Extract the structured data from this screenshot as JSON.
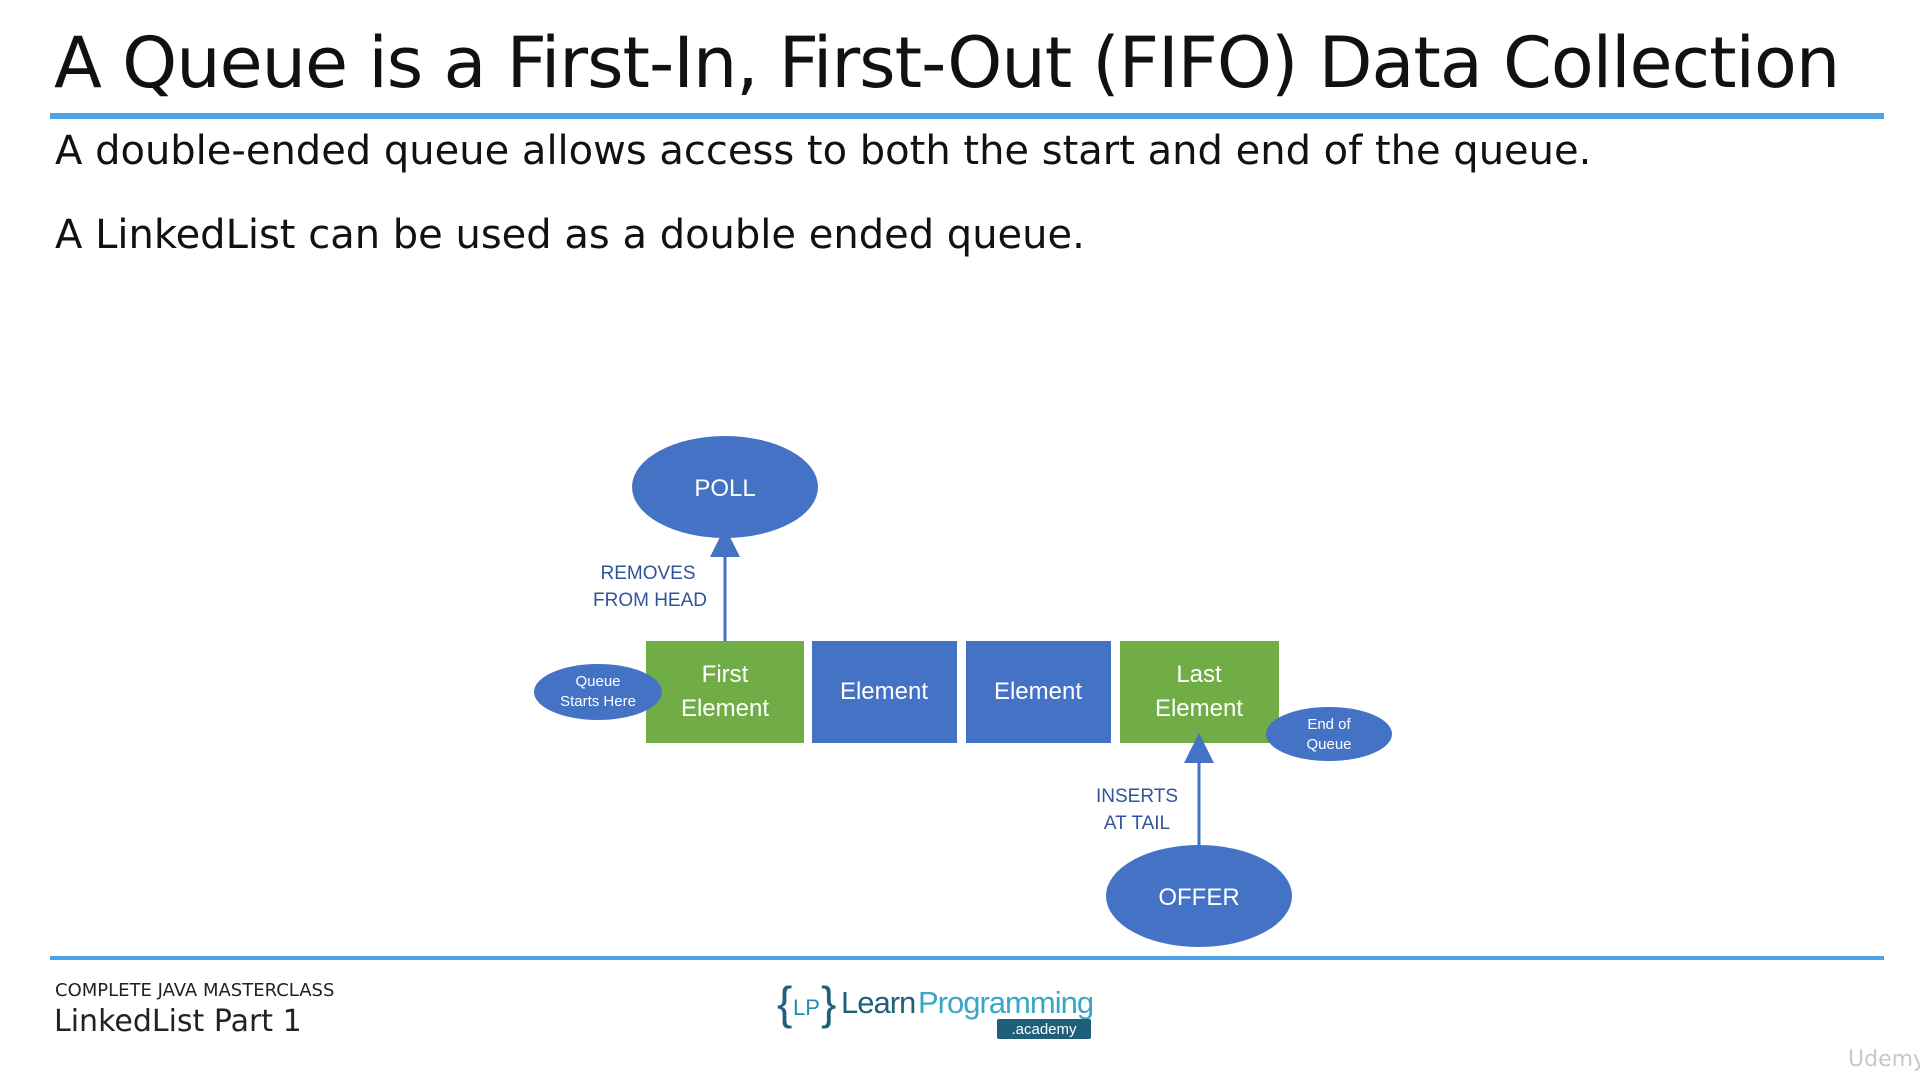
{
  "slide": {
    "title": "A Queue is a First-In, First-Out (FIFO) Data Collection",
    "bullets": [
      "A double-ended queue allows access to both the start and end of the queue.",
      "A LinkedList can be used as a double ended queue."
    ]
  },
  "diagram": {
    "colors": {
      "ellipse": "#4472c4",
      "green_box": "#70ad47",
      "blue_box": "#4472c4",
      "box_text": "#ffffff",
      "label_text": "#2f5597",
      "arrow": "#4472c4"
    },
    "poll": {
      "label": "POLL"
    },
    "removes_label": [
      "REMOVES",
      "FROM HEAD"
    ],
    "queue_start": {
      "lines": [
        "Queue",
        "Starts Here"
      ]
    },
    "elements": [
      {
        "lines": [
          "First",
          "Element"
        ],
        "color": "green"
      },
      {
        "lines": [
          "Element"
        ],
        "color": "blue"
      },
      {
        "lines": [
          "Element"
        ],
        "color": "blue"
      },
      {
        "lines": [
          "Last",
          "Element"
        ],
        "color": "green"
      }
    ],
    "queue_end": {
      "lines": [
        "End of",
        "Queue"
      ]
    },
    "inserts_label": [
      "INSERTS",
      "AT TAIL"
    ],
    "offer": {
      "label": "OFFER"
    }
  },
  "footer": {
    "course": "COMPLETE JAVA MASTERCLASS",
    "lecture": "LinkedList Part 1",
    "logo_text": "{LP} LearnProgramming .academy",
    "watermark": "Udemy"
  }
}
